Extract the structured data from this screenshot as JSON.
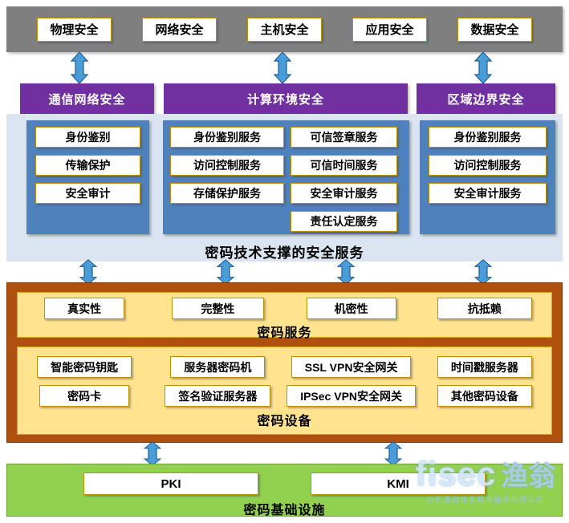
{
  "top_band": {
    "items": [
      "物理安全",
      "网络安全",
      "主机安全",
      "应用安全",
      "数据安全"
    ]
  },
  "layers": {
    "headers": [
      "通信网络安全",
      "计算环境安全",
      "区域边界安全"
    ],
    "comm_network_items": [
      "身份鉴别",
      "传输保护",
      "安全审计"
    ],
    "computing_col1": [
      "身份鉴别服务",
      "访问控制服务",
      "存储保护服务"
    ],
    "computing_col2": [
      "可信签章服务",
      "可信时间服务",
      "安全审计服务",
      "责任认定服务"
    ],
    "boundary_items": [
      "身份鉴别服务",
      "访问控制服务",
      "安全审计服务"
    ],
    "caption": "密码技术支撑的安全服务"
  },
  "crypto_services": {
    "items": [
      "真实性",
      "完整性",
      "机密性",
      "抗抵赖"
    ],
    "caption": "密码服务"
  },
  "crypto_devices": {
    "row1": [
      "智能密码钥匙",
      "服务器密码机",
      "SSL VPN安全网关",
      "时间戳服务器"
    ],
    "row2": [
      "密码卡",
      "签名验证服务器",
      "IPSec VPN安全网关",
      "其他密码设备"
    ],
    "caption": "密码设备"
  },
  "infrastructure": {
    "items": [
      "PKI",
      "KMI"
    ],
    "caption": "密码基础设施"
  },
  "watermark": {
    "brand": "fisec",
    "brand_cn": "渔翁",
    "subtitle": "山东渔翁信息技术股份有限公司"
  },
  "colors": {
    "gray_band": "#7f7f7f",
    "gold_border": "#bf9000",
    "purple_header": "#7030a0",
    "lightblue_band": "#dbe5f1",
    "blue_box": "#4f81bd",
    "brown_band": "#b0500f",
    "yellow_band": "#ffe38f",
    "green_band": "#92d050",
    "arrow_fill": "#4a9cd6",
    "arrow_stroke": "#1f5c99"
  }
}
